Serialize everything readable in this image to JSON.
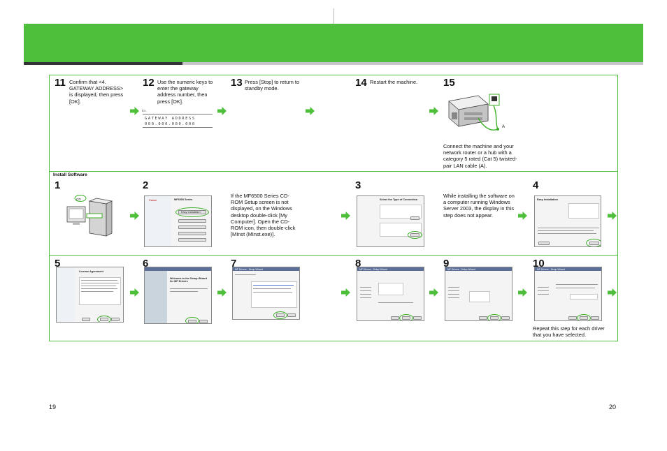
{
  "header": {},
  "steps_top": [
    {
      "number": "11",
      "text": "Confirm that <4. GATEWAY ADDRESS> is displayed, then press [OK]."
    },
    {
      "number": "12",
      "text": "Use the numeric keys to enter the gateway address number, then press [OK]."
    },
    {
      "number": "13",
      "text": "Press [Stop] to return to standby mode."
    },
    {
      "number": "14",
      "text": "Restart the machine."
    },
    {
      "number": "15",
      "text": "Connect the machine and your network router or a hub with a category 5 rated (Cat 5) twisted-pair LAN cable (A).",
      "callout": "A"
    }
  ],
  "lcd": {
    "tag": "Ex.",
    "line1": "GATEWAY ADDRESS",
    "line2": "000.000.000.000"
  },
  "install": {
    "label": "Install Software",
    "steps": [
      {
        "number": "1",
        "screen_label": "CD"
      },
      {
        "number": "2",
        "text": "If the MF6500 Series CD-ROM Setup screen is not displayed, on the Windows desktop double-click [My Computer]. Open the CD-ROM icon, then double-click [MInst (MInst.exe)].",
        "screen_title": "MF6500 Series",
        "screen_brand": "Canon",
        "screen_button": "Easy Installation"
      },
      {
        "number": "3",
        "text": "While installing the software on a computer running Windows Server 2003, the display in this step does not appear.",
        "screen_title": "Select the Type of Connection"
      },
      {
        "number": "4",
        "screen_title": "Easy Installation"
      },
      {
        "number": "5",
        "screen_title": "License Agreement"
      },
      {
        "number": "6",
        "screen_title": "Welcome to the Setup Wizard for MF Drivers"
      },
      {
        "number": "7",
        "screen_title": "MF Drivers - Setup Wizard"
      },
      {
        "number": "8",
        "screen_title": "MF Drivers - Setup Wizard"
      },
      {
        "number": "9",
        "screen_title": "MF Drivers - Setup Wizard"
      },
      {
        "number": "10",
        "text": "Repeat this step for each driver that you have selected.",
        "screen_title": "MF Drivers - Setup Wizard"
      }
    ]
  },
  "footer": {
    "left_page": "19",
    "right_page": "20"
  },
  "colors": {
    "accent_green": "#4dbf3a",
    "rule_dark": "#333333",
    "rule_grey": "#c6c6c6"
  }
}
